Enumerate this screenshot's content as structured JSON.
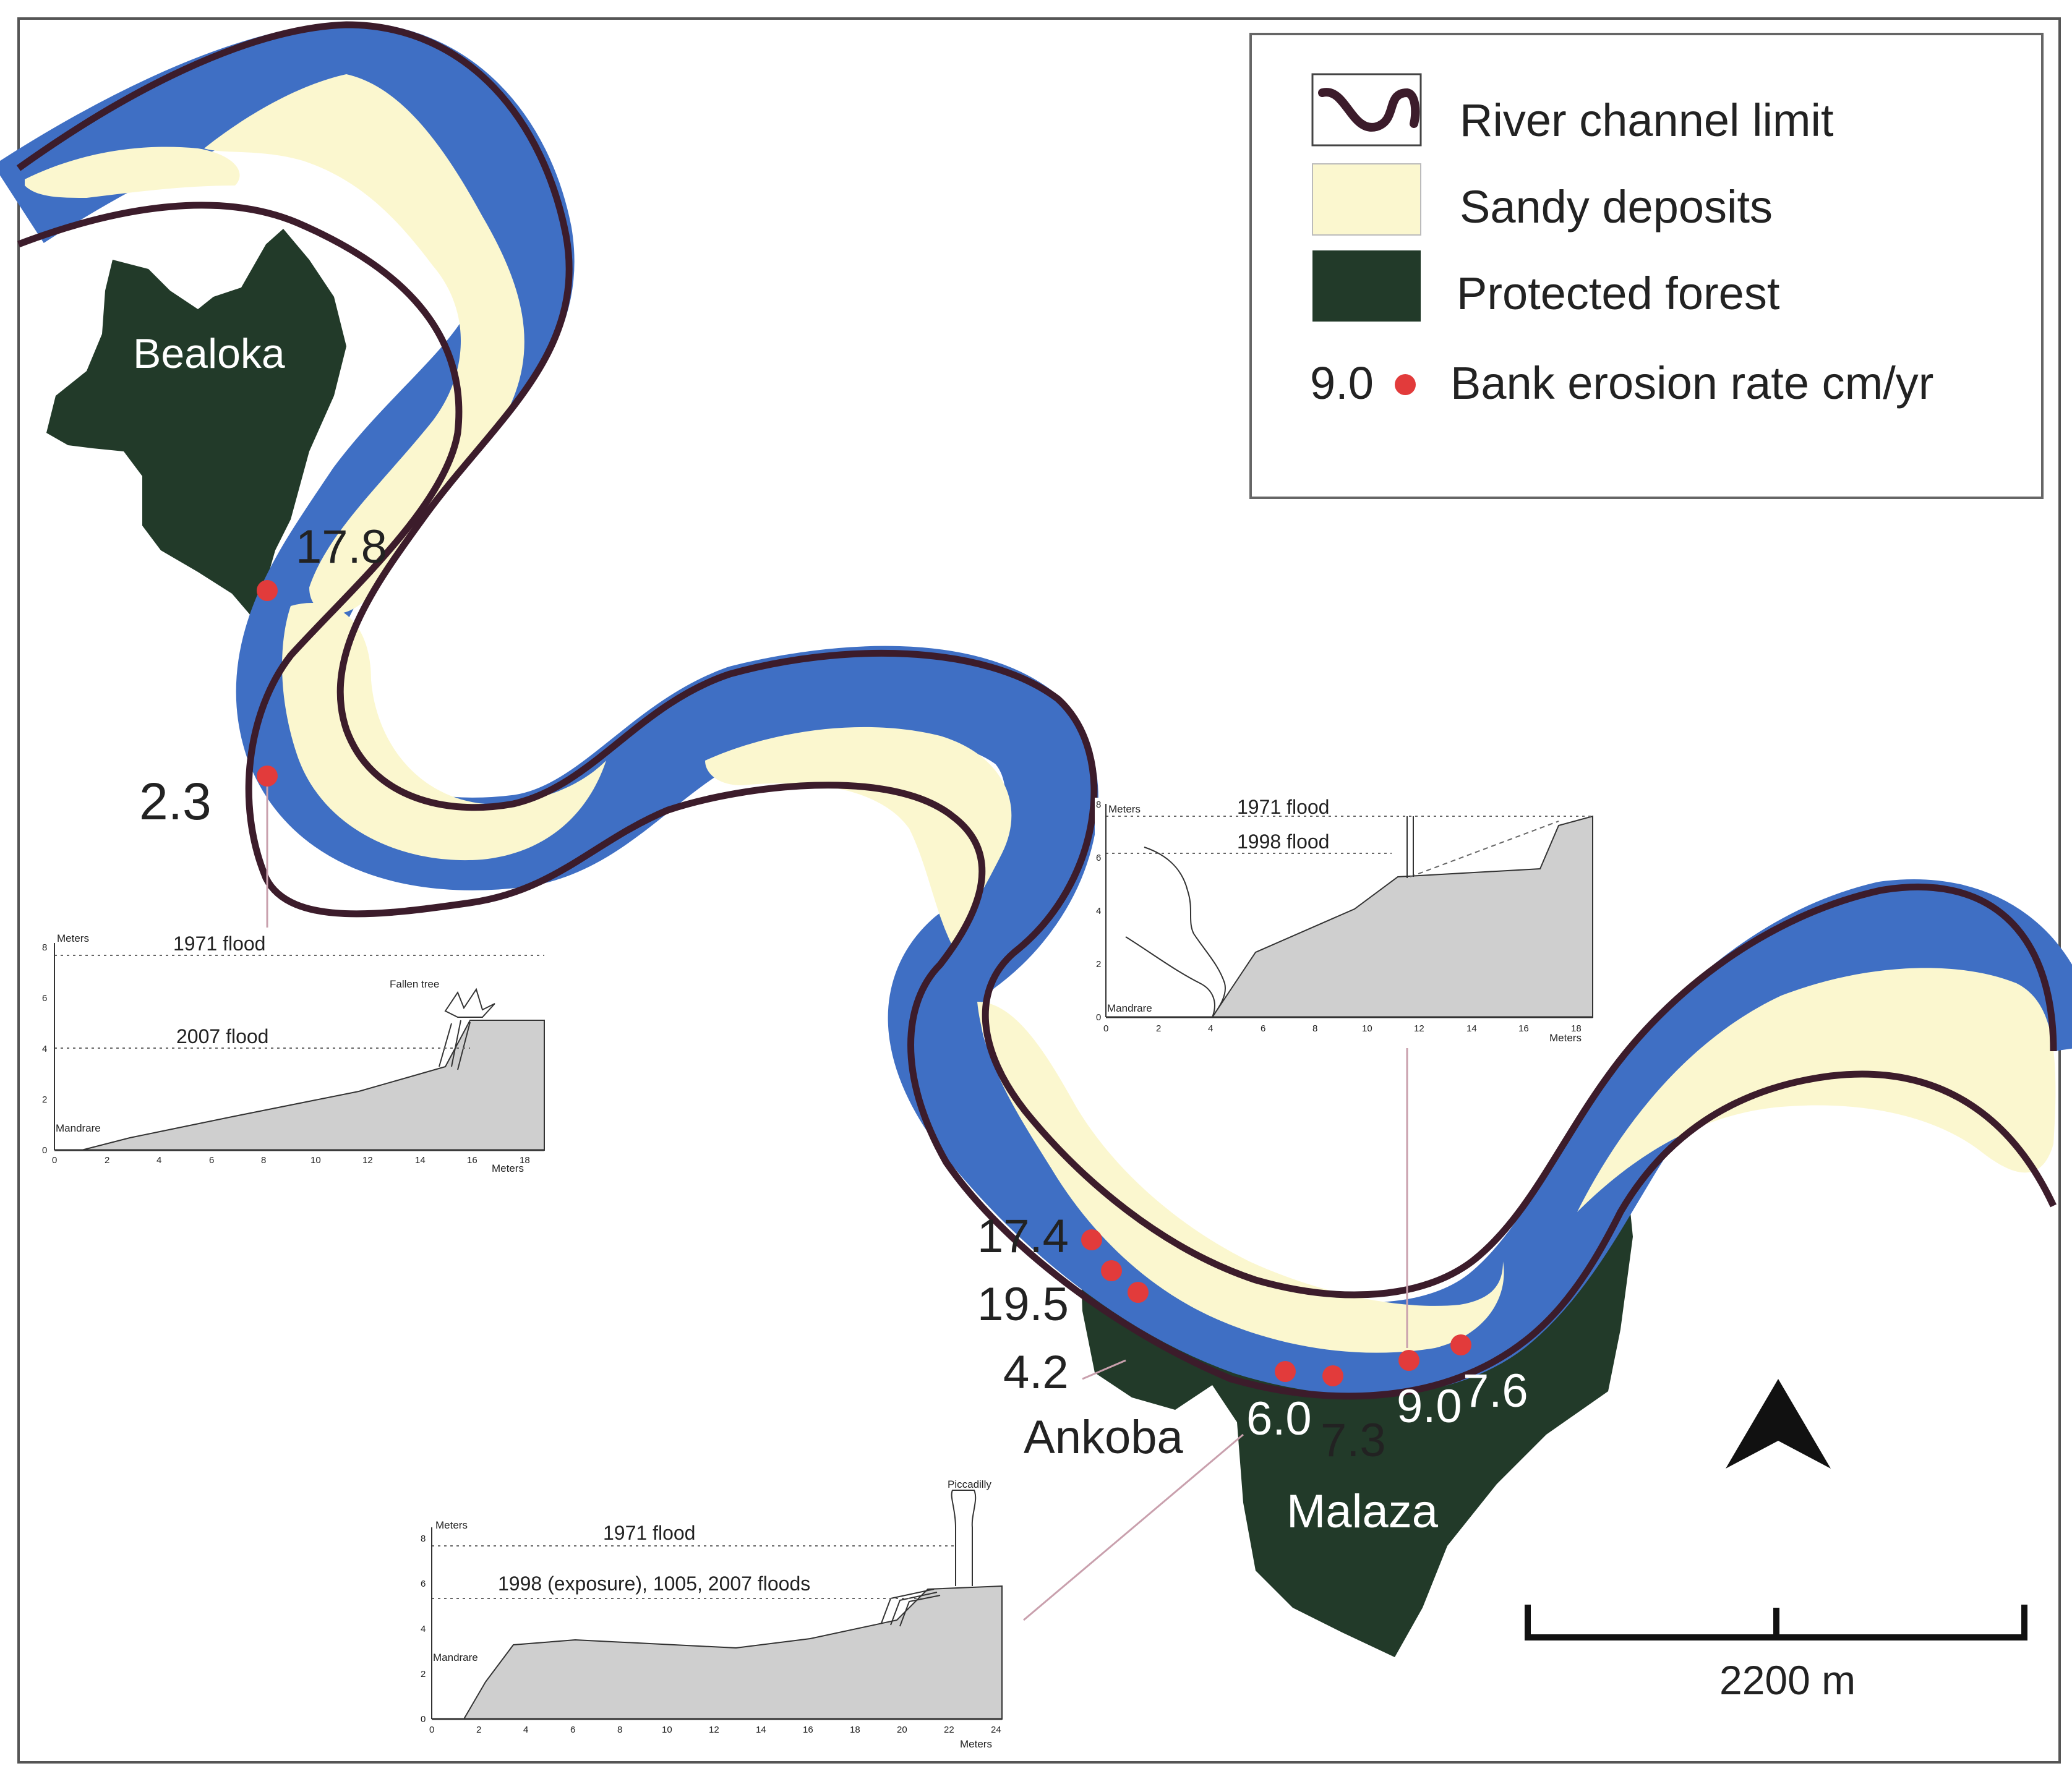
{
  "legend": {
    "items": [
      {
        "id": "river",
        "label": "River channel limit"
      },
      {
        "id": "sand",
        "label": "Sandy deposits"
      },
      {
        "id": "forest",
        "label": "Protected forest"
      },
      {
        "id": "erosion",
        "label": "Bank erosion rate cm/yr",
        "sample_value": "9.0"
      }
    ]
  },
  "colors": {
    "water": "#3f6fc4",
    "sand": "#fbf7cf",
    "forest": "#223a29",
    "bank": "#3c1c2b",
    "erosion_dot": "#e23b3b",
    "profile_fill": "#cfcfcf"
  },
  "places": {
    "bealoka": "Bealoka",
    "ankoba": "Ankoba",
    "malaza": "Malaza"
  },
  "erosion_labels": {
    "r1": "17.8",
    "r2": "2.3",
    "r3": "17.4",
    "r4": "19.5",
    "r5": "4.2",
    "r6": "6.0",
    "r7": "7.3",
    "r8": "9.0",
    "r9": "7.6"
  },
  "scale_bar": {
    "label": "2200 m"
  },
  "profiles": {
    "left": {
      "ylabel": "Meters",
      "xlabel": "Meters",
      "flood_a": "1971 flood",
      "flood_b": "2007 flood",
      "river": "Mandrare",
      "note": "Fallen tree",
      "xticks": [
        "0",
        "2",
        "4",
        "6",
        "8",
        "10",
        "12",
        "14",
        "16",
        "18"
      ],
      "yticks": [
        "0",
        "2",
        "4",
        "6",
        "8"
      ]
    },
    "right": {
      "ylabel": "Meters",
      "xlabel": "Meters",
      "flood_a": "1971 flood",
      "flood_b": "1998 flood",
      "river": "Mandrare",
      "xticks": [
        "0",
        "2",
        "4",
        "6",
        "8",
        "10",
        "12",
        "14",
        "16",
        "18"
      ],
      "yticks": [
        "0",
        "2",
        "4",
        "6",
        "8"
      ]
    },
    "bottom": {
      "ylabel": "Meters",
      "xlabel": "Meters",
      "flood_a": "1971 flood",
      "flood_b": "1998 (exposure), 1005, 2007 floods",
      "river": "Mandrare",
      "note": "Piccadilly",
      "xticks": [
        "0",
        "2",
        "4",
        "6",
        "8",
        "10",
        "12",
        "14",
        "16",
        "18",
        "20",
        "22",
        "24"
      ],
      "yticks": [
        "0",
        "2",
        "4",
        "6",
        "8"
      ]
    }
  }
}
